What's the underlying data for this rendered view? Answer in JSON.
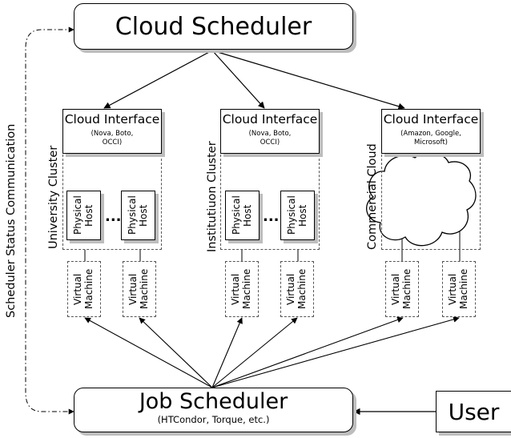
{
  "cloud_scheduler": {
    "title": "Cloud Scheduler"
  },
  "job_scheduler": {
    "title": "Job Scheduler",
    "subtitle": "(HTCondor, Torque, etc.)"
  },
  "user": {
    "label": "User"
  },
  "side_label": "Scheduler Status Communication",
  "clusters": [
    {
      "label": "University Cluster",
      "interface_title": "Cloud Interface",
      "interface_sub_1": "(Nova, Boto,",
      "interface_sub_2": "OCCI)",
      "host_line_1": "Physical",
      "host_line_2": "Host",
      "ellipsis": "...",
      "vm_line_1": "Virtual",
      "vm_line_2": "Machine"
    },
    {
      "label": "Institutiuon Cluster",
      "interface_title": "Cloud Interface",
      "interface_sub_1": "(Nova, Boto,",
      "interface_sub_2": "OCCI)",
      "host_line_1": "Physical",
      "host_line_2": "Host",
      "ellipsis": "...",
      "vm_line_1": "Virtual",
      "vm_line_2": "Machine"
    },
    {
      "label": "Commercial Cloud",
      "interface_title": "Cloud Interface",
      "interface_sub_1": "(Amazon, Google,",
      "interface_sub_2": "Microsoft)",
      "vm_line_1": "Virtual",
      "vm_line_2": "Machine"
    }
  ]
}
